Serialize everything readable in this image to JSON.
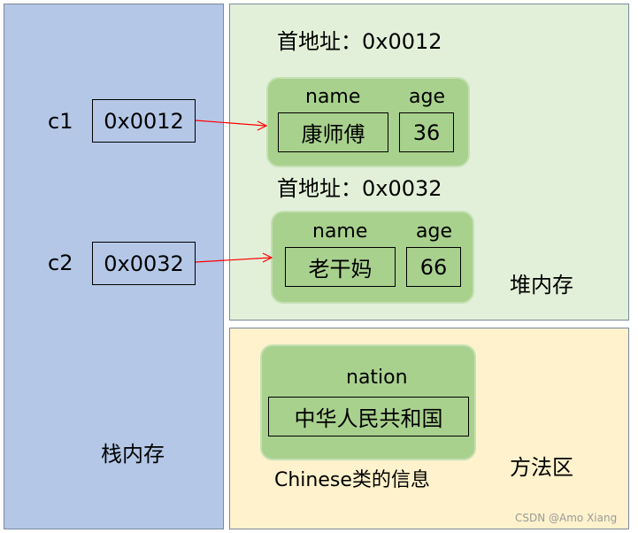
{
  "stack": {
    "title": "栈内存",
    "refs": [
      {
        "name": "c1",
        "address": "0x0012"
      },
      {
        "name": "c2",
        "address": "0x0032"
      }
    ]
  },
  "heap": {
    "title": "堆内存",
    "objects": [
      {
        "header": "首地址：0x0012",
        "field_labels": [
          "name",
          "age"
        ],
        "values": [
          "康师傅",
          "36"
        ]
      },
      {
        "header": "首地址：0x0032",
        "field_labels": [
          "name",
          "age"
        ],
        "values": [
          "老干妈",
          "66"
        ]
      }
    ]
  },
  "method_area": {
    "title": "方法区",
    "class_box": {
      "field_label": "nation",
      "value": "中华人民共和国"
    },
    "caption": "Chinese类的信息"
  },
  "watermark": "CSDN @Amo Xiang",
  "colors": {
    "stack_bg": "#b4c7e7",
    "heap_bg": "#e2f0d9",
    "method_bg": "#fff2cc",
    "object_fill": "#a9d18e",
    "arrow": "#ff0000"
  }
}
